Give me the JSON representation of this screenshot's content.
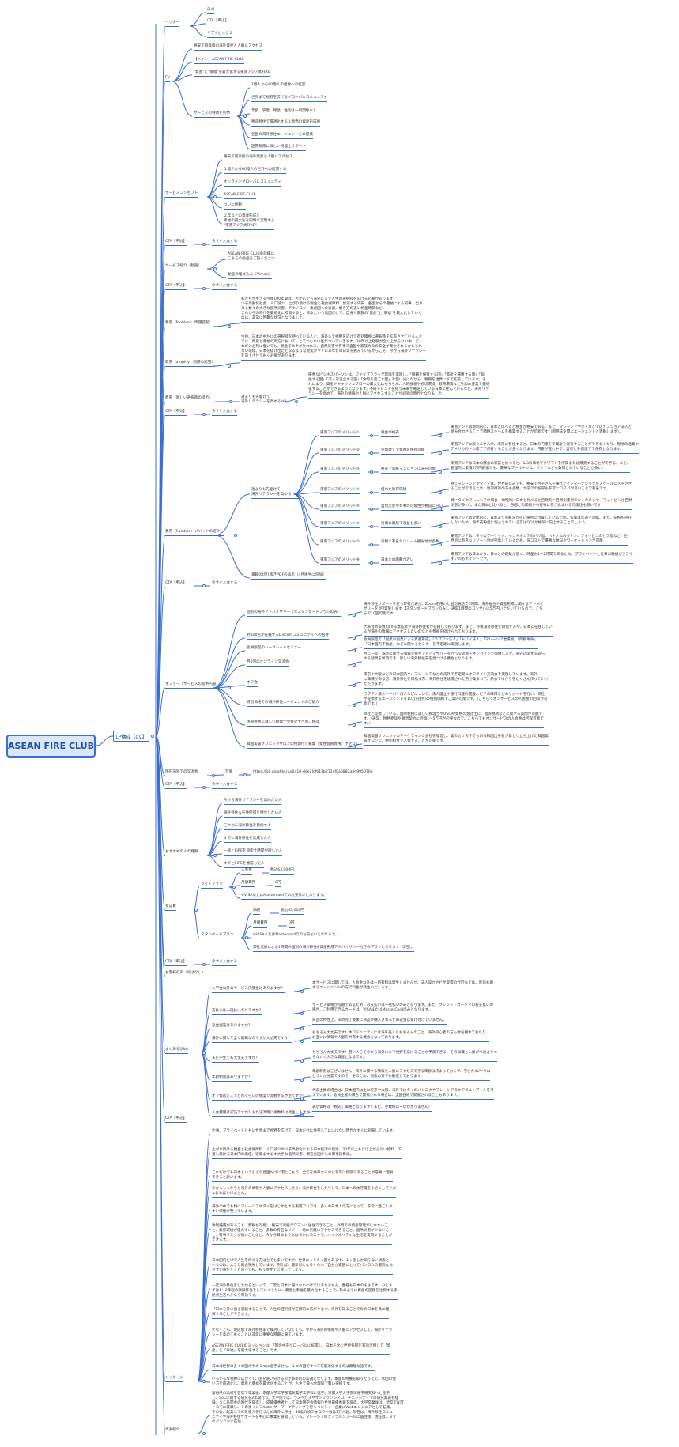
{
  "root": "ASEAN FIRE CLUB",
  "branch": "LP構成【CV】",
  "colors": {
    "line": "#3d6fd1",
    "root_fill": "#dbe6f7",
    "root_text": "#1e4fa6"
  },
  "header": {
    "label": "ヘッダー",
    "items": [
      "ロゴ",
      "CTA【申込】",
      "サブトピック２"
    ]
  },
  "fv": {
    "label": "FV",
    "catch": "格安で最高級の海外資産と人脈にアクセス",
    "main": "【メイン】ASEAN FIRE CLUB",
    "sub": "\"資産\"と\"幸福\"を最大化する東南アジア式FIRE",
    "feature_label": "サービスの特徴を列挙",
    "features": [
      "1億人から60億人の世界への拡張",
      "世界まで視野を広げるグローバルコミュニティ",
      "年齢、学歴、職歴、性別は一切関係なし",
      "税収移住で最適化する１億過の資産形成術",
      "各国の海外移住エージェントとの提携",
      "国際税務に詳しい税理士サポート"
    ]
  },
  "concept": {
    "label": "サービスコンセプト",
    "items": [
      "格安で最高級の海外資産と人脈にアクセス",
      "１億人から60億人の世界への拡張する",
      "オンライングローバルコミュニティ",
      "ASEAN FIRE CLUB",
      "ついに始動！",
      "２年以上の資産形成と\n幸福の最大化を同時に実現する\n\"東南アジア式FIRE\""
    ]
  },
  "cta": {
    "label": "CTA【申込】",
    "text": "今すぐ入会する"
  },
  "intro": {
    "label": "サービス紹介（動画）",
    "items": [
      "ASEAN FIRE CLUBの詳細は\nこちらの動画をご覧ください",
      "動画の埋め込み（Vimeo）"
    ]
  },
  "problem": {
    "label": "教育（Problem：問題提起）",
    "text": "私たちが生きる今後100年間は、否が応でも海外にまで人生の選択肢を広げる必要があります。\n少子高齢化社会、人口減少、上がり続ける税金と社会保障料、加速する円安、各国からの難破による有事、出り\n来る数々の大きな自然災害、テクノロジー後退国への後退、働き方の違い格差問題など。\nこれからの時代を最適化に考察すると、日本という島国だけで、自身や家族の\"資産\"と\"幸福\"を最大化していく\nのは、非常に困難な状況となりました。"
  },
  "amplify": {
    "label": "教育（amplify：問題の拡張）",
    "text": "今後、日本の中だけの選択肢を持っている人と、海外まで視野を広げて有効積極に選択肢を拡張させている人と\nでは、資産と幸福の両方において、とてつもない差がついていきます。30年以上経験が全く上がらない中、ど\nれだけ必死に働いても、税金で大半が失われる、自然災害や有事で自国や家族の命の安全が脅かされるかもしれ\nない環境。日本を抜け出たとなるような現実がすぐにあなたの日常を蝕んでいるからこそ、今から海外リテラシー\nを向上させておく必要があります。"
  },
  "new_choice": {
    "label": "教育（新しい選択肢の提示）",
    "sub": "誰よりも先駆けて\n海外リテラシーを高めるべし",
    "text": "優秀なビジネスパーソンは、ファイブフラッグ理論を実践し、「国籍を保有する国」「資産を運用する国」「居\n住する国」「法人を設立する国」「余暇を過ごす国」を使い分けながら、税務を世界にまで拡張しています。そ\nれにより、資産やキャッシュフローの最大化はもちろん、人的脈絡や適切環境、教育環境などを高め豊業で最適\n化することができるようになります。不確トレンドを払う未来が確定している日本に住んでいるなど、海外リテ\nラシーを高めて、海外の情報や人脈にアクセスすることが必須の時代となりました。"
  },
  "solution": {
    "label": "教育（Solution：メソッドの紹介）",
    "sub": "誰よりも先駆けて\n海外リテラシーを高めるべし",
    "items": [
      {
        "name": "東南アジアのメリット①",
        "key": "税金が格安",
        "desc": "東南アジアは税制的に、日本と比べると税金が格安である。また、マレーシアやタイなどではオフショア法人と\n組み合わせることで節税スキームを構築することが可能です（国際法令間にエージェントと連動します）。"
      },
      {
        "name": "東南アジアのメリット②",
        "key": "外資建てで資産を保有可能",
        "desc": "東南アジアに限りませんが、海外に移住すると、日本の円建てで資産を保有することができなくなり、現地の通貨や\nアメリカのドル建てで保有することが多くなります。円安が進む中で、自然と外資建てで保有となります。"
      },
      {
        "name": "東南アジアのメリット③",
        "key": "格安で高級マンションに滞在可能",
        "desc": "東南アジアは日本の都会の家賃と比べると、1/3の価格でタワマンを所属または購買することができる。また、\n管理的に家賃5万円前後でも、豪華なプールやジム、サウナなども数得されていることが多い。"
      },
      {
        "name": "東南アジアのメリット④",
        "key": "優れた教育環境",
        "desc": "特にマレーシアやタイでは、世界的にみても、格安で台子さんを優れたインターナショナルスクールに入学させ\nることができるため、留学目的の方も多数。大学での留学も非常にコスパが良いことで有名です。"
      },
      {
        "name": "東南アジアのメリット⑤",
        "key": "自然災害や有事の可能性が格段に低い",
        "desc": "特にタイやマレーシアの場合、地理的に日本と比べると自然的に自然災害が少なくなります（フィリピンは自然\n災害が多い）。また日本と比べると、各国との関係から有事に巻き込まれる可能性も低いです"
      },
      {
        "name": "東南アジアのメリット⑥",
        "key": "投資の発展で収益も多い",
        "desc": "東南アジアは全体的に、日本よりも概況が良い場所に位置しているため、気候は年通で温暖。また、花粉も存在\nしないため、毎年花粉症に悩まされている方はQOLが格段に向上することでしょう。"
      },
      {
        "name": "東南アジアのメリット⑦",
        "key": "近隣に有名なリゾート観光地が多数",
        "desc": "東南アジアは、タイのプーケット、インドネシアのバリ島、ベトナムのダナン、フィリピンのセブ島など、世\n界的に有名なリゾート地が密集しているため、低コストで優雅な休日やワーケーションが可能"
      },
      {
        "name": "東南アジアのメリット⑧",
        "key": "日本との距離が近い",
        "desc": "東南アジアは日本から、日本との距離が近く、時差も1〜2時間であるため、プライベートと仕事の融通がききや\nすいのもポイントです。"
      }
    ],
    "footer": "書籍の切り抜きPDFの表示（4月後半に追加）"
  },
  "offer": {
    "label": "オファー（サービスの提供内容）",
    "items": [
      {
        "name": "個別の海外アドバイザリー（ネスタンダードプランのみ）",
        "desc": "海外移住サポートを行う弊社代表が、Zoomを用いた個別通話で1時間、海外居住や資産形成に関するアドバイ\nザリーを2回実施します【スタンダードプランのみ】。通常1時間のコンサルは5万円いただいているので、こち\nらで10回可能です。"
      },
      {
        "name": "約500名が在籍するDiscordコミュニティへの招待",
        "desc": "代表含め多数のFIRE達成者や海外移住者が在籍しております。また、今後海外移住を目指す方や、日本に在住してい\nるが海外の情報にアクセスしたいのなども参画を続けられております。"
      },
      {
        "name": "会員限定のシークレットセミナー",
        "desc": "会員限定で「副業や副業による資産形成」「ラブアン法人」「ドバイ法人」「マレーシア岩場税」「関税革命」\n「日本国内不動産」などに関するセミナーを不定期に実施します。"
      },
      {
        "name": "月1回のオンライン交流会",
        "desc": "月に一度、海外に関する情報交換やアドバイザリーを行う交流会をオンラインで開催します。海外に関するあら\nゆる疑問を解消でき、新しい海外移住先を見つける機会となります。"
      },
      {
        "name": "オフ会",
        "desc": "東京や大阪などの日本国内や、マレーシアなどの海外で不定期にオフライン交流会を実施しています。海外\nに興味がある方、海外移住を目指す方、海外移住を達成された方が集まって、熱心でゆかりをたくさん作っていけ\nただきます。"
      },
      {
        "name": "特別価格での海外移住エージェントのご紹介",
        "desc": "ラブアン法人やドバイ法人などについて、法人設立や銀行口座の開設、ビザの取得などのサポートを行い、弊社\nが提携するエージェントを10万円割引の特別価格でご案内可能です。（こちらでオンサービスの入会金の回収が可\n能です。）"
      },
      {
        "name": "国際税務に詳しい税理士や会計士へのご相談",
        "desc": "弊社と提携している、国際税務に詳しい税理士やUSCPA資格の会計士に、国際税務などに関する質問が可能で\nす。（通常、税務相談や顧問契約に月額1〜5万円が必要なので、こちらでもオンサービスの入会金は回収可能で\nす。）"
      },
      {
        "name": "韓国美容クリニックサロンの特典付き募集（女性会員専用：予定なし）",
        "desc": "韓国美容クリニックのマーケティング会社を経営し、美のカリスマでもある韓国出身者が新しく立ち上げた韓国美\n容サロンに、特別料金で入会することが可能です。"
      }
    ]
  },
  "photos": {
    "label": "国内海外での交流会",
    "sub": "写真",
    "url": "https://16.gigafile.nu/0410-dde2fcf611b272ef0a6882a3d995070e"
  },
  "target": {
    "label": "おすすめの人の特徴",
    "items": [
      "今から海外リテラシーを高めたい人",
      "海外移住＆在住所得を増やしたい人",
      "これから海外移住を目指す人",
      "すでに海外移住を達成した人",
      "一般とFIREを目指す時間が欲しい人",
      "すでとFIREを達成した人"
    ]
  },
  "pricing": {
    "label": "参加費",
    "light": {
      "name": "ライトプラン",
      "rows": [
        [
          "入会金",
          "税込63,000円"
        ],
        [
          "月額費用",
          "0円"
        ]
      ],
      "note": "※VISAまたはMastercardでのお支払いとなります。"
    },
    "standard": {
      "name": "スタンダードプラン",
      "rows": [
        [
          "価格",
          "税込63,000円"
        ],
        [
          "月額費用",
          "0円"
        ]
      ],
      "note": "※VISAまたはMastercardでのお支払いとなります。",
      "extra": "弊社代表による1時間の個別の海外移住&資産形成アドバイザリー付きのプランとなります（2回）。"
    }
  },
  "faq": {
    "label": "よくあるQ&A",
    "pre": "お客様の声（今はなし）",
    "items": [
      {
        "q": "入学金以外のサービス内課金はありますか？",
        "a": "本サービスに関しては、入会金以外は一切有料は発生しませんが、法人設立やビザ取得の代行などは、別途ね察\nするエージェントの方で料金が発生いたします。"
      },
      {
        "q": "支払いは一括払いだけですか？",
        "a": "サービス価格が前期であるため、お支払いは一括払いのみとなります。また、クレジットカードでのお支払いの\n場合、ご利用できるカードは、VISAまたはMasterCardのみとなります。"
      },
      {
        "q": "返金保証はありますか？",
        "a": "商品の特性上、決済完了後後に商品が購入されるため返金は受け付けていません。"
      },
      {
        "q": "海外に関して全く無知なのですが大丈夫ですか？",
        "a": "もちろん大丈夫です！本コミュニティには海外在人はもちろんのこと、海外初心者の方も数名離れておりり、\nお互いに情報や人脈を共有する機会となっております。"
      },
      {
        "q": "まだ学生でも大丈夫ですか？",
        "a": "もちろん大丈夫です！若い人こそ今から海外にまで視野を広げることが予測できる、その知識と人脈が今後よりつ\nらないく大きな資産となるです。"
      },
      {
        "q": "年齢制限はありますか？",
        "a": "年齢制限はございません！海外に関する情報と人脈にアクセスできる年齢は決まっておらず、学びた4Uやりは\nどういか分愛ですので、そのため、何歳の方でも歓迎しております。"
      },
      {
        "q": "オフ会はどこでどれくらいの頻度で開催する予定ですか？",
        "a": "代表主催の場合は、日本国内は主に東京や大阪、海外ではタイのバンコクやマレーシアのクアラルンプールを考\nえています。会員主催の場合で開催される場合は、全国各地で開催されることもあります。"
      },
      {
        "q": "入会費用は認証ですか？また決済時に手数料は発生しますか？",
        "a": "表示価格は「税込」価格となります！また、手数料は一切かかりません！"
      }
    ]
  },
  "message": {
    "label": "メッセージ",
    "cta_label": "CTA【申込】",
    "paragraphs": [
      "仕事、プライベートともに世界まで視野を広げて、日本だけに依存してはいけない時代がすぐに到来しています。",
      "上がり続ける税金と社会保障料、人口減少や少子高齢化による日本経済の衰退、30年以上もほぼ上がらない給料、下\n落し続ける日本円の価値、近年ますます大きな自然災害、周辺各国からの軍事的脅威。",
      "これだけでも日本という小さな島国だけに閉じこもり、全てを依存するのは非常に危険であることが容易に理解\nできると思います。",
      "今からしっかりと海外の情報や人脈にアクセスしたり、海外移住をしたりして、日本への依存度を小さくしていか\nなければいけません。",
      "海外の中でも特にマレーシアやタイをはじめとする東南アジアは、多くの日本人の方にとって、非常に過ごしや\nすい環境が整っています。",
      "税制優遇があること（無税も可能）、格安で高級タワマンに居住できること、外資での資産管理がしやすいこ\nと、教育環境が優れていること、多数の有名なリゾート地に気軽にアクセスできること、自然災害が少ないこ\nと、有事リスクが低いことなど、今から日本よりもはるかにコストで、ハイクオリティな生活を実現することが\nできます。",
      "日本国内だけで人生を終える方はとても多いですが、世界に１９５ヶ国もある中、１ヶ国しか知らない状態と\nいうのは、大きな機会損失しています。例えば、最新者になるくらい「自分が家族にとってバンコクの最適なお\nやすい国だ！」と思っても、もう時すでに遅しでしょう。",
      "一度海外移住をしたからといって、二度と日本に帰れないわけではありません。圏籍も日本のままです。ひとま\nずは1〜2年程の試験移住をしていくうちに、資産と幸福を最大化することで、私のように資産の国籍を注目する多\n拠点生活もかなり有効です。",
      "「日本を外に出る実験することで、人生の選択肢が圧倒的に広がります。海外を知ることでのの日本を真に理\n解することができます。",
      "少なくとも、現段階で海外移住まで検討していなくても、今から海外の情報や人脈にアクセスして、海外リテラ\nシーを高めておくことは非常に重要な時期に来ています。",
      "ASEAN FIRE CLUBのミッションは、「国の中をグローバルに拡張し、日本を含む世界各国を有効活用して「資\n産」と「幸福」を最大化すること」です。",
      "日本は世界の多くの国の中の１つに過ぎません。１つの国ですべてを最適化するのは無理な話です。",
      "いるいるな視野に広がって、国を使い分けるのが革新的の常識となります。本国の特権を取ったうえで、本国の使\nい方を最適化し、資産と幸福を最大化することが、人生で最も合理的で賢い選択です。"
    ]
  },
  "profile": {
    "label": "代表紹介",
    "text": "富裕県の高校を首席で卒業後、京都大学工学部電気電子工学科に進学。京都大学大学院情報学研究科へと進学\nし、SoCに関する研究を2年間行う。大学院では、ラスベガスやサンフランシスコ、チェンジナイでの研究発表も経\n験。ＳＣ系開会の時代を取得し、成績優秀者として日本国学会情報ひ世界最優秀賞を取得。大学卒業後は、新卒でNTT\nドコモに就職し、その後インフルエンサーマーケティングを行うベンチャー企業にWebエンジニアとして転職。\nその後、起業してICを導入を行うため海外に移住、36歳の頃フォロワー数は2万人超。現在は、海外移住コミュ\nニティや海外移住サポートを中心に事業を展開している。マレーシアのクアラルンプールに居住後、現在は、タイ\nのバンコクに在住。"
  }
}
